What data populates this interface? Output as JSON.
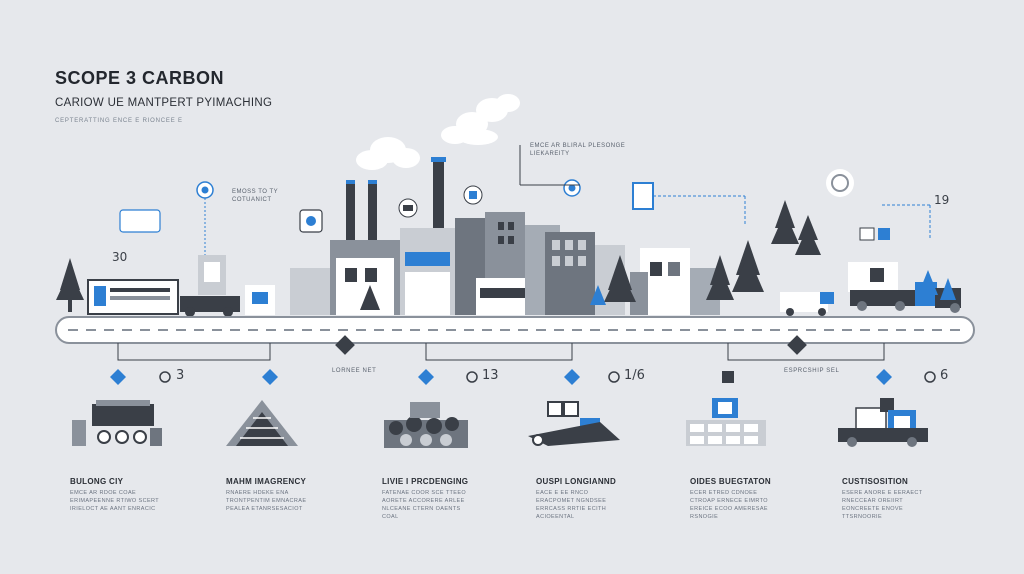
{
  "header": {
    "title": "SCOPE 3 CARBON",
    "subtitle": "CARIOW UE MANTPERT PYIMACHING",
    "tagline": "CEPTERATTING ENCE E RIONCEE E"
  },
  "annotations": {
    "left": "EMOSS TO TY\nCOTUANICT",
    "center": "EMCE AR BLIRAL PLESONGE\nLIEKAREITY"
  },
  "badges": {
    "left_bubble": "30",
    "right_bubble": "19"
  },
  "road_labels": {
    "center": "LORNEE NET",
    "right": "ESPRCSHIP SEL"
  },
  "markers": [
    {
      "label": "3"
    },
    {
      "label": "13"
    },
    {
      "label": "1/6"
    },
    {
      "label": "6"
    }
  ],
  "stages": [
    {
      "title": "BULONG CIY",
      "text": "EMCE AR RDOE COAE ERIMAPEENNE RTIWO SCERT IRIELOCT AE AANT ENRACIC"
    },
    {
      "title": "MAHM IMAGRENCY",
      "text": "RNAERE HDEKE ENA TRONTPENTIM EMNACRAE PEALEA ETANRSESACIOT"
    },
    {
      "title": "LIVIE I PRCDENGING",
      "text": "FATENAE COOR SCE TTEEO AORETE ACCORERE ARLEE NLCEANE CTERN OAENTS COAL"
    },
    {
      "title": "OUSPI LONGIANND",
      "text": "EACE E EE RNCO ERACPOMET NGNDSEE ERRCASS RRTIE ECITH ACIOEENTAL"
    },
    {
      "title": "OIDES BUEGTATON",
      "text": "ECER ETRED CDNOEE CTROAP ERNECE EIMRTO EREICE ECOO AMERESAE RSNOGIE"
    },
    {
      "title": "CUSTISOSITION",
      "text": "ESERE ANORE E EERAECT RNECCEAR OREIIRT EONCREETE ENOVE TTSRNOORIE"
    }
  ],
  "colors": {
    "accent": "#2d7fd3",
    "dark": "#3a3f47",
    "mid": "#8a919b",
    "light": "#c9cdd3",
    "background": "#e6e8ec"
  }
}
